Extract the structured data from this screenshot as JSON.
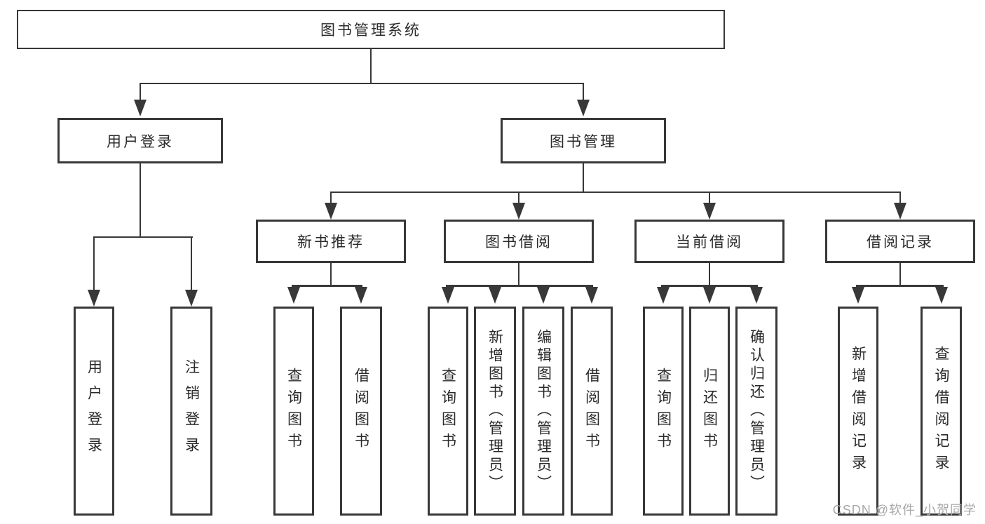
{
  "diagram": {
    "root": {
      "label": "图书管理系统"
    },
    "level2": [
      {
        "label": "用户登录"
      },
      {
        "label": "图书管理"
      }
    ],
    "level3": [
      {
        "label": "新书推荐"
      },
      {
        "label": "图书借阅"
      },
      {
        "label": "当前借阅"
      },
      {
        "label": "借阅记录"
      }
    ],
    "leaves": {
      "login": [
        "用户登录",
        "注销登录"
      ],
      "newbook": [
        "查询图书",
        "借阅图书"
      ],
      "borrow": [
        "查询图书",
        "新增图书（管理员）",
        "编辑图书（管理员）",
        "借阅图书"
      ],
      "current": [
        "查询图书",
        "归还图书",
        "确认归还（管理员）"
      ],
      "records": [
        "新增借阅记录",
        "查询借阅记录"
      ]
    }
  },
  "watermark": "CSDN @软件_小贺同学",
  "colors": {
    "line": "#383838",
    "text": "#2a2a2a",
    "watermark": "#a9a9a9",
    "background": "#ffffff"
  }
}
